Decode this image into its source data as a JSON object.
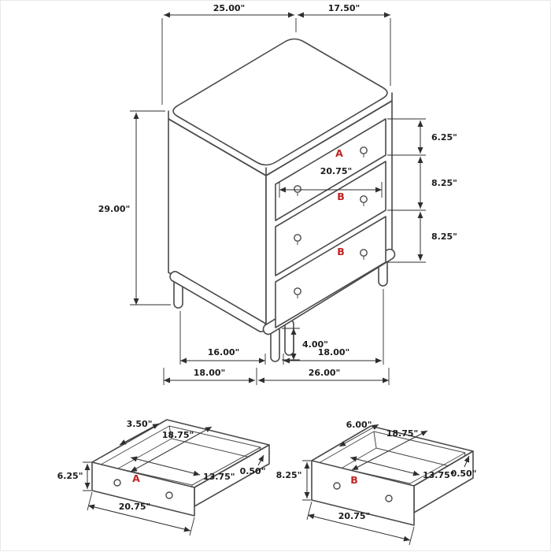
{
  "colors": {
    "line": "#4a4a4a",
    "text": "#1c1c1c",
    "accent": "#c22222"
  },
  "main_view": {
    "dims": {
      "top_left": "25.00\"",
      "top_right": "17.50\"",
      "height": "29.00\"",
      "drawer_a_height": "6.25\"",
      "drawer_b1_height": "8.25\"",
      "drawer_b2_height": "8.25\"",
      "drawer_width": "20.75\"",
      "leg_height": "4.00\"",
      "side_leg_span": "16.00\"",
      "front_leg_span": "18.00\"",
      "overall_depth": "18.00\"",
      "overall_width": "26.00\""
    },
    "labels": {
      "drawer_a": "A",
      "drawer_b1": "B",
      "drawer_b2": "B"
    }
  },
  "drawer_a_view": {
    "label": "A",
    "dims": {
      "side_height": "3.50\"",
      "inner_depth": "18.75\"",
      "wall_thickness": "0.50\"",
      "front_height": "6.25\"",
      "inner_width": "13.75\"",
      "front_width": "20.75\""
    }
  },
  "drawer_b_view": {
    "label": "B",
    "dims": {
      "side_height": "6.00\"",
      "inner_depth": "18.75\"",
      "wall_thickness": "0.50\"",
      "front_height": "8.25\"",
      "inner_width": "13.75\"",
      "front_width": "20.75\""
    }
  }
}
